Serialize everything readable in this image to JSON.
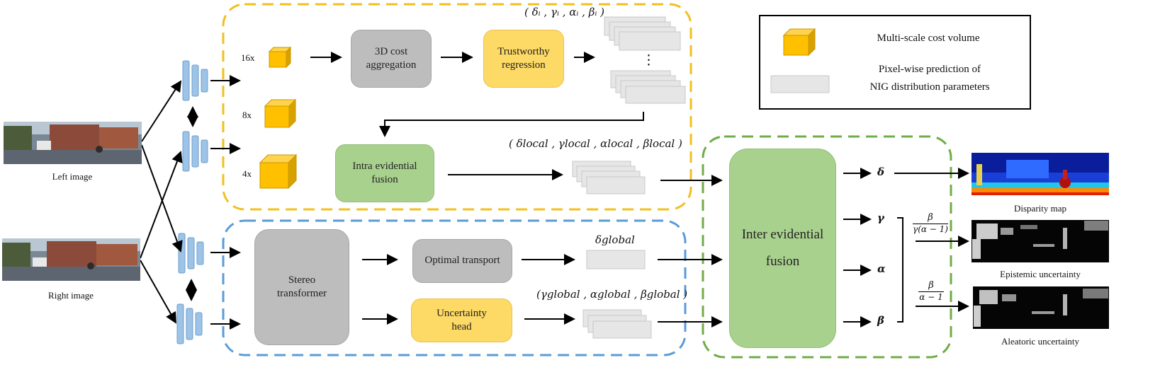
{
  "inputs": {
    "left_label": "Left image",
    "right_label": "Right image"
  },
  "scales": [
    "16x",
    "8x",
    "4x"
  ],
  "boxes": {
    "cost_aggregation": "3D cost\naggregation",
    "trustworthy_regression": "Trustworthy\nregression",
    "intra_fusion": "Intra evidential\nfusion",
    "stereo_transformer": "Stereo\ntransformer",
    "optimal_transport": "Optimal transport",
    "uncertainty_head": "Uncertainty\nhead",
    "inter_fusion": "Inter evidential\nfusion"
  },
  "math": {
    "per_scale_params": "( δᵢ , γᵢ , αᵢ , βᵢ )",
    "local_params": "( δlocal , γlocal , αlocal , βlocal )",
    "global_delta": "δglobal",
    "global_params": "(γglobal , αglobal , βglobal )",
    "dots": "⋮"
  },
  "outputs": {
    "delta": "δ",
    "gamma": "γ",
    "alpha": "α",
    "beta": "β",
    "epistemic_formula_num": "β",
    "epistemic_formula_den": "γ(α − 1)",
    "aleatoric_formula_num": "β",
    "aleatoric_formula_den": "α − 1",
    "disparity_label": "Disparity map",
    "epistemic_label": "Epistemic uncertainty",
    "aleatoric_label": "Aleatoric uncertainty"
  },
  "legend": {
    "cost_volume": "Multi-scale cost volume",
    "nig_line1": "Pixel-wise prediction of",
    "nig_line2": "NIG distribution parameters"
  },
  "colors": {
    "local_branch_border": "#f0c020",
    "global_branch_border": "#5b9bd5",
    "inter_branch_border": "#70ad47",
    "cube": "#ffc000",
    "encoder": "#9dc3e6"
  }
}
